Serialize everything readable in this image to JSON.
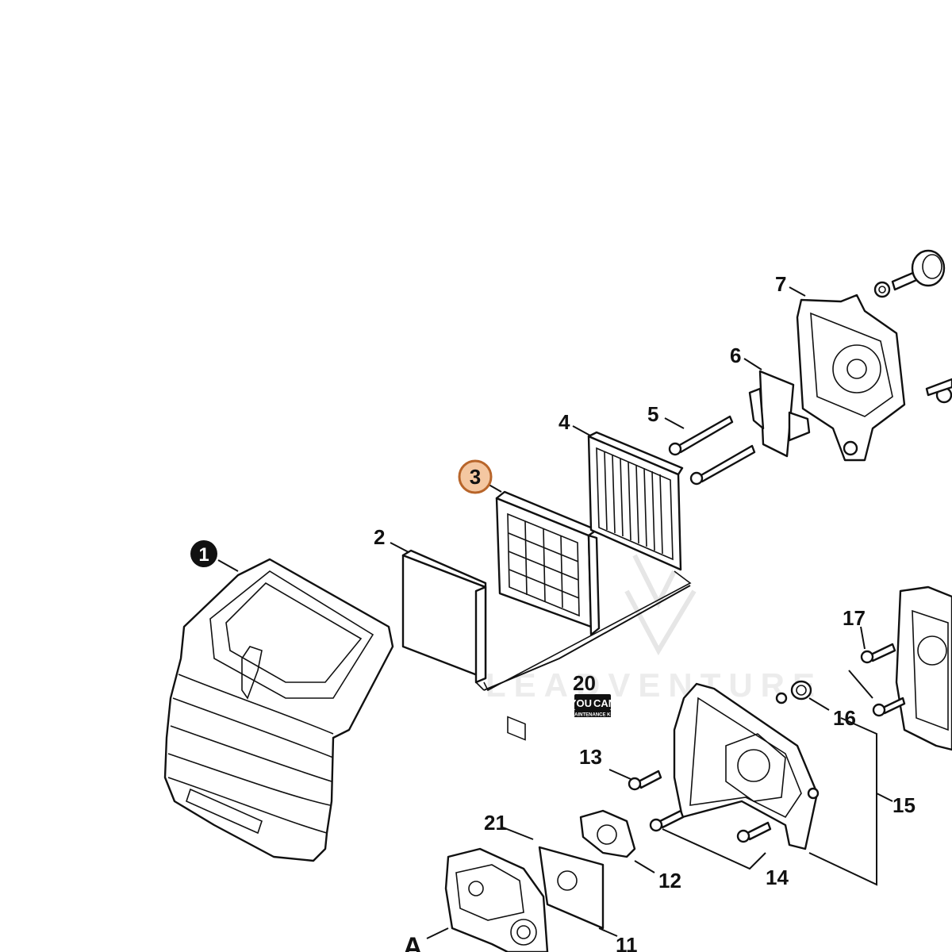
{
  "diagram": {
    "callouts": [
      {
        "id": "1",
        "style": "filled"
      },
      {
        "id": "2"
      },
      {
        "id": "3",
        "style": "highlighted"
      },
      {
        "id": "4"
      },
      {
        "id": "5"
      },
      {
        "id": "6"
      },
      {
        "id": "7"
      },
      {
        "id": "11"
      },
      {
        "id": "12"
      },
      {
        "id": "13"
      },
      {
        "id": "14"
      },
      {
        "id": "15"
      },
      {
        "id": "16"
      },
      {
        "id": "17"
      },
      {
        "id": "20"
      },
      {
        "id": "21"
      },
      {
        "id": "A"
      }
    ],
    "badge": {
      "line1": "YOU",
      "line2": "CAN",
      "line3": "MAINTENANCE KIT"
    },
    "watermark": "LEADVENTURE",
    "colors": {
      "highlight_fill": "#f4c7a1",
      "highlight_stroke": "#b8652a",
      "line": "#111111"
    }
  }
}
